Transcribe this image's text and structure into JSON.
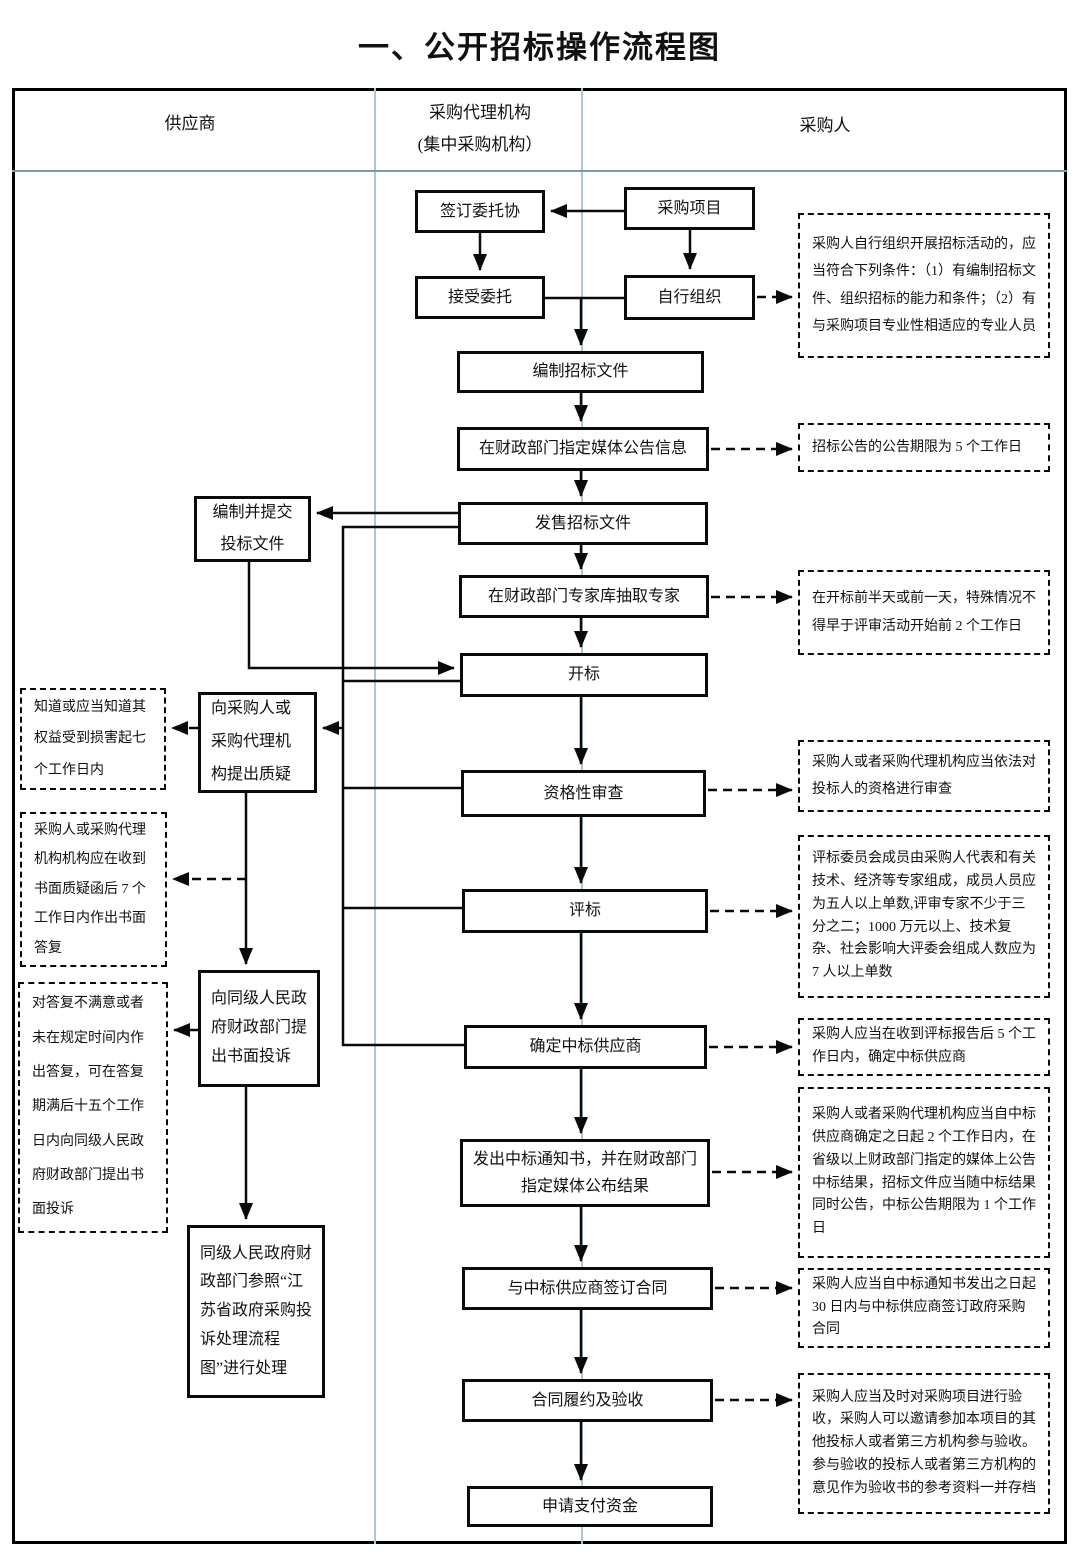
{
  "title": "一、公开招标操作流程图",
  "columns": {
    "supplier": "供应商",
    "agency_line1": "采购代理机构",
    "agency_line2": "(集中采购机构）",
    "purchaser": "采购人"
  },
  "boxes": {
    "sign_agreement": "签订委托协",
    "procurement_project": "采购项目",
    "accept_entrustment": "接受委托",
    "self_organize": "自行组织",
    "prepare_bid_docs": "编制招标文件",
    "announce_in_media": "在财政部门指定媒体公告信息",
    "sell_bid_docs": "发售招标文件",
    "draw_experts": "在财政部门专家库抽取专家",
    "bid_opening": "开标",
    "qualification_review": "资格性审查",
    "bid_evaluation": "评标",
    "determine_winner": "确定中标供应商",
    "issue_award_notice": "发出中标通知书，并在财政部门指定媒体公布结果",
    "sign_contract": "与中标供应商签订合同",
    "contract_acceptance": "合同履约及验收",
    "apply_payment": "申请支付资金",
    "prepare_submit_bid": "编制并提交投标文件",
    "raise_query": "向采购人或采购代理机构提出质疑",
    "file_complaint": "向同级人民政府财政部门提出书面投诉",
    "complaint_handling": "同级人民政府财政部门参照“江苏省政府采购投诉处理流程图”进行处理"
  },
  "annotations": {
    "right": [
      {
        "id": "self-organize-conditions",
        "text": "采购人自行组织开展招标活动的，应当符合下列条件：（1）有编制招标文件、组织招标的能力和条件；（2）有与采购项目专业性相适应的专业人员"
      },
      {
        "id": "announcement-period",
        "text": "招标公告的公告期限为 5 个工作日"
      },
      {
        "id": "expert-draw-timing",
        "text": "在开标前半天或前一天，特殊情况不得早于评审活动开始前 2 个工作日"
      },
      {
        "id": "qualification-duty",
        "text": "采购人或者采购代理机构应当依法对投标人的资格进行审查"
      },
      {
        "id": "evaluation-committee",
        "text": "评标委员会成员由采购人代表和有关技术、经济等专家组成，成员人员应为五人以上单数,评审专家不少于三分之二；1000 万元以上、技术复杂、社会影响大评委会组成人数应为 7 人以上单数"
      },
      {
        "id": "winner-determination-period",
        "text": "采购人应当在收到评标报告后 5 个工作日内，确定中标供应商"
      },
      {
        "id": "result-announcement",
        "text": "采购人或者采购代理机构应当自中标供应商确定之日起 2 个工作日内，在省级以上财政部门指定的媒体上公告中标结果，招标文件应当随中标结果同时公告，中标公告期限为 1 个工作日"
      },
      {
        "id": "contract-signing-period",
        "text": "采购人应当自中标通知书发出之日起 30 日内与中标供应商签订政府采购合同"
      },
      {
        "id": "acceptance-rules",
        "text": "采购人应当及时对采购项目进行验收，采购人可以邀请参加本项目的其他投标人或者第三方机构参与验收。参与验收的投标人或者第三方机构的意见作为验收书的参考资料一并存档"
      }
    ],
    "left": [
      {
        "id": "query-time-limit",
        "text": "知道或应当知道其权益受到损害起七个工作日内"
      },
      {
        "id": "reply-time-limit",
        "text": "采购人或采购代理机构机构应在收到书面质疑函后 7 个工作日内作出书面答复"
      },
      {
        "id": "complaint-time-limit",
        "text": "对答复不满意或者未在规定时间内作出答复，可在答复期满后十五个工作日内向同级人民政府财政部门提出书面投诉"
      }
    ]
  },
  "colors": {
    "box_border": "#0a0a0a",
    "column_divider": "#a9c7d8",
    "header_rule": "#7d99a5"
  }
}
